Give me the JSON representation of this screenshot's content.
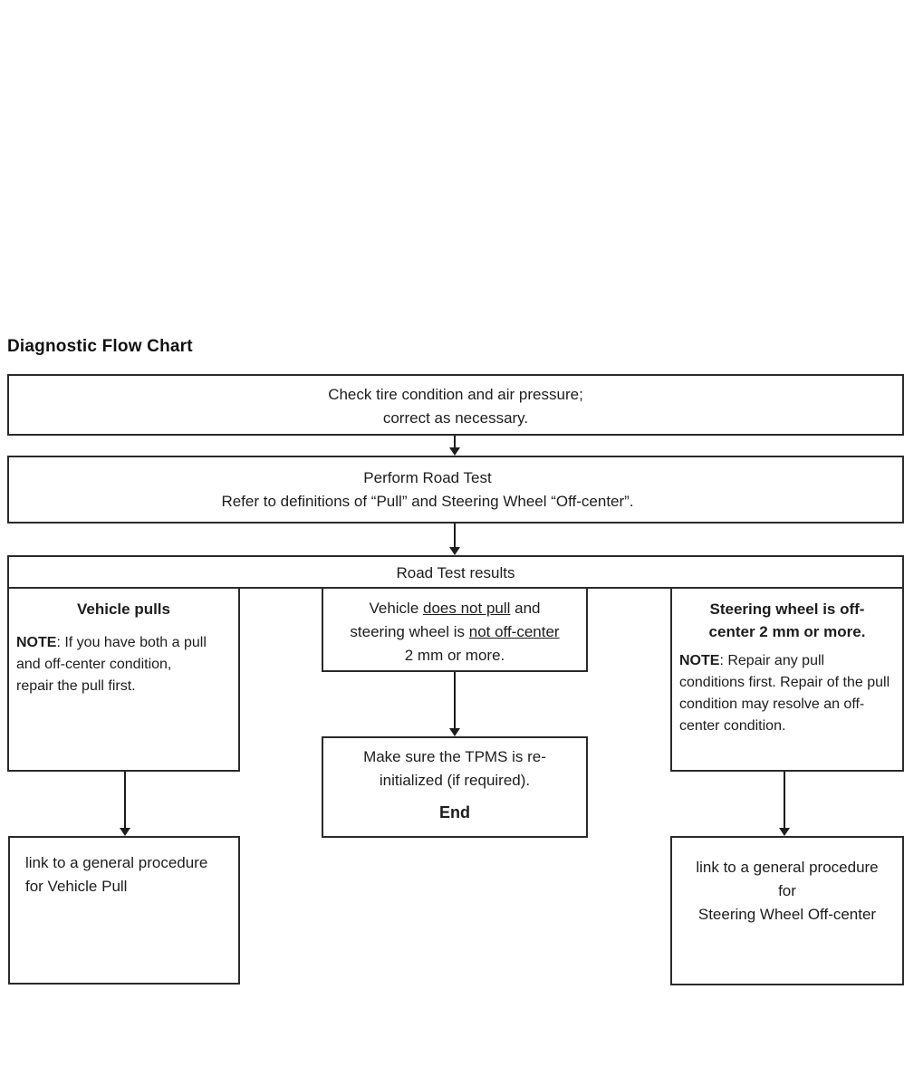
{
  "colors": {
    "ink": "#1d1d1d",
    "background": "#ffffff"
  },
  "page": {
    "title": "Diagnostic Flow Chart"
  },
  "flow": {
    "check_tires": {
      "line1": "Check tire condition and air pressure;",
      "line2": "correct as necessary."
    },
    "road_test": {
      "line1": "Perform Road Test",
      "line2": "Refer to definitions of “Pull” and Steering Wheel “Off-center”."
    },
    "results_header": {
      "label": "Road Test results"
    },
    "vehicle_pulls": {
      "title": "Vehicle pulls",
      "note_label": "NOTE",
      "note_rest": ": If you have both a pull",
      "note_line2": "and off-center condition,",
      "note_line3": "repair the pull first."
    },
    "no_pull": {
      "line1_pre": "Vehicle ",
      "line1_underline": "does not pull",
      "line1_post": " and",
      "line2_pre": "steering wheel is ",
      "line2_underline": "not off-center",
      "line3": "2 mm or more."
    },
    "off_center": {
      "title_line1": "Steering wheel is off-",
      "title_line2": "center 2 mm or more.",
      "note_label": "NOTE",
      "note_rest": ": Repair any pull",
      "note_line2": "conditions first. Repair of the pull",
      "note_line3": "condition may resolve an off-",
      "note_line4": "center condition."
    },
    "tpms": {
      "line1": "Make sure the TPMS is re-",
      "line2": "initialized (if required).",
      "end_label": "End"
    },
    "link_vehicle_pull": {
      "line1": "link to a general procedure",
      "line2": "for Vehicle Pull"
    },
    "link_off_center": {
      "line1": "link to a general procedure",
      "line2": "for",
      "line3": "Steering Wheel Off-center"
    }
  }
}
